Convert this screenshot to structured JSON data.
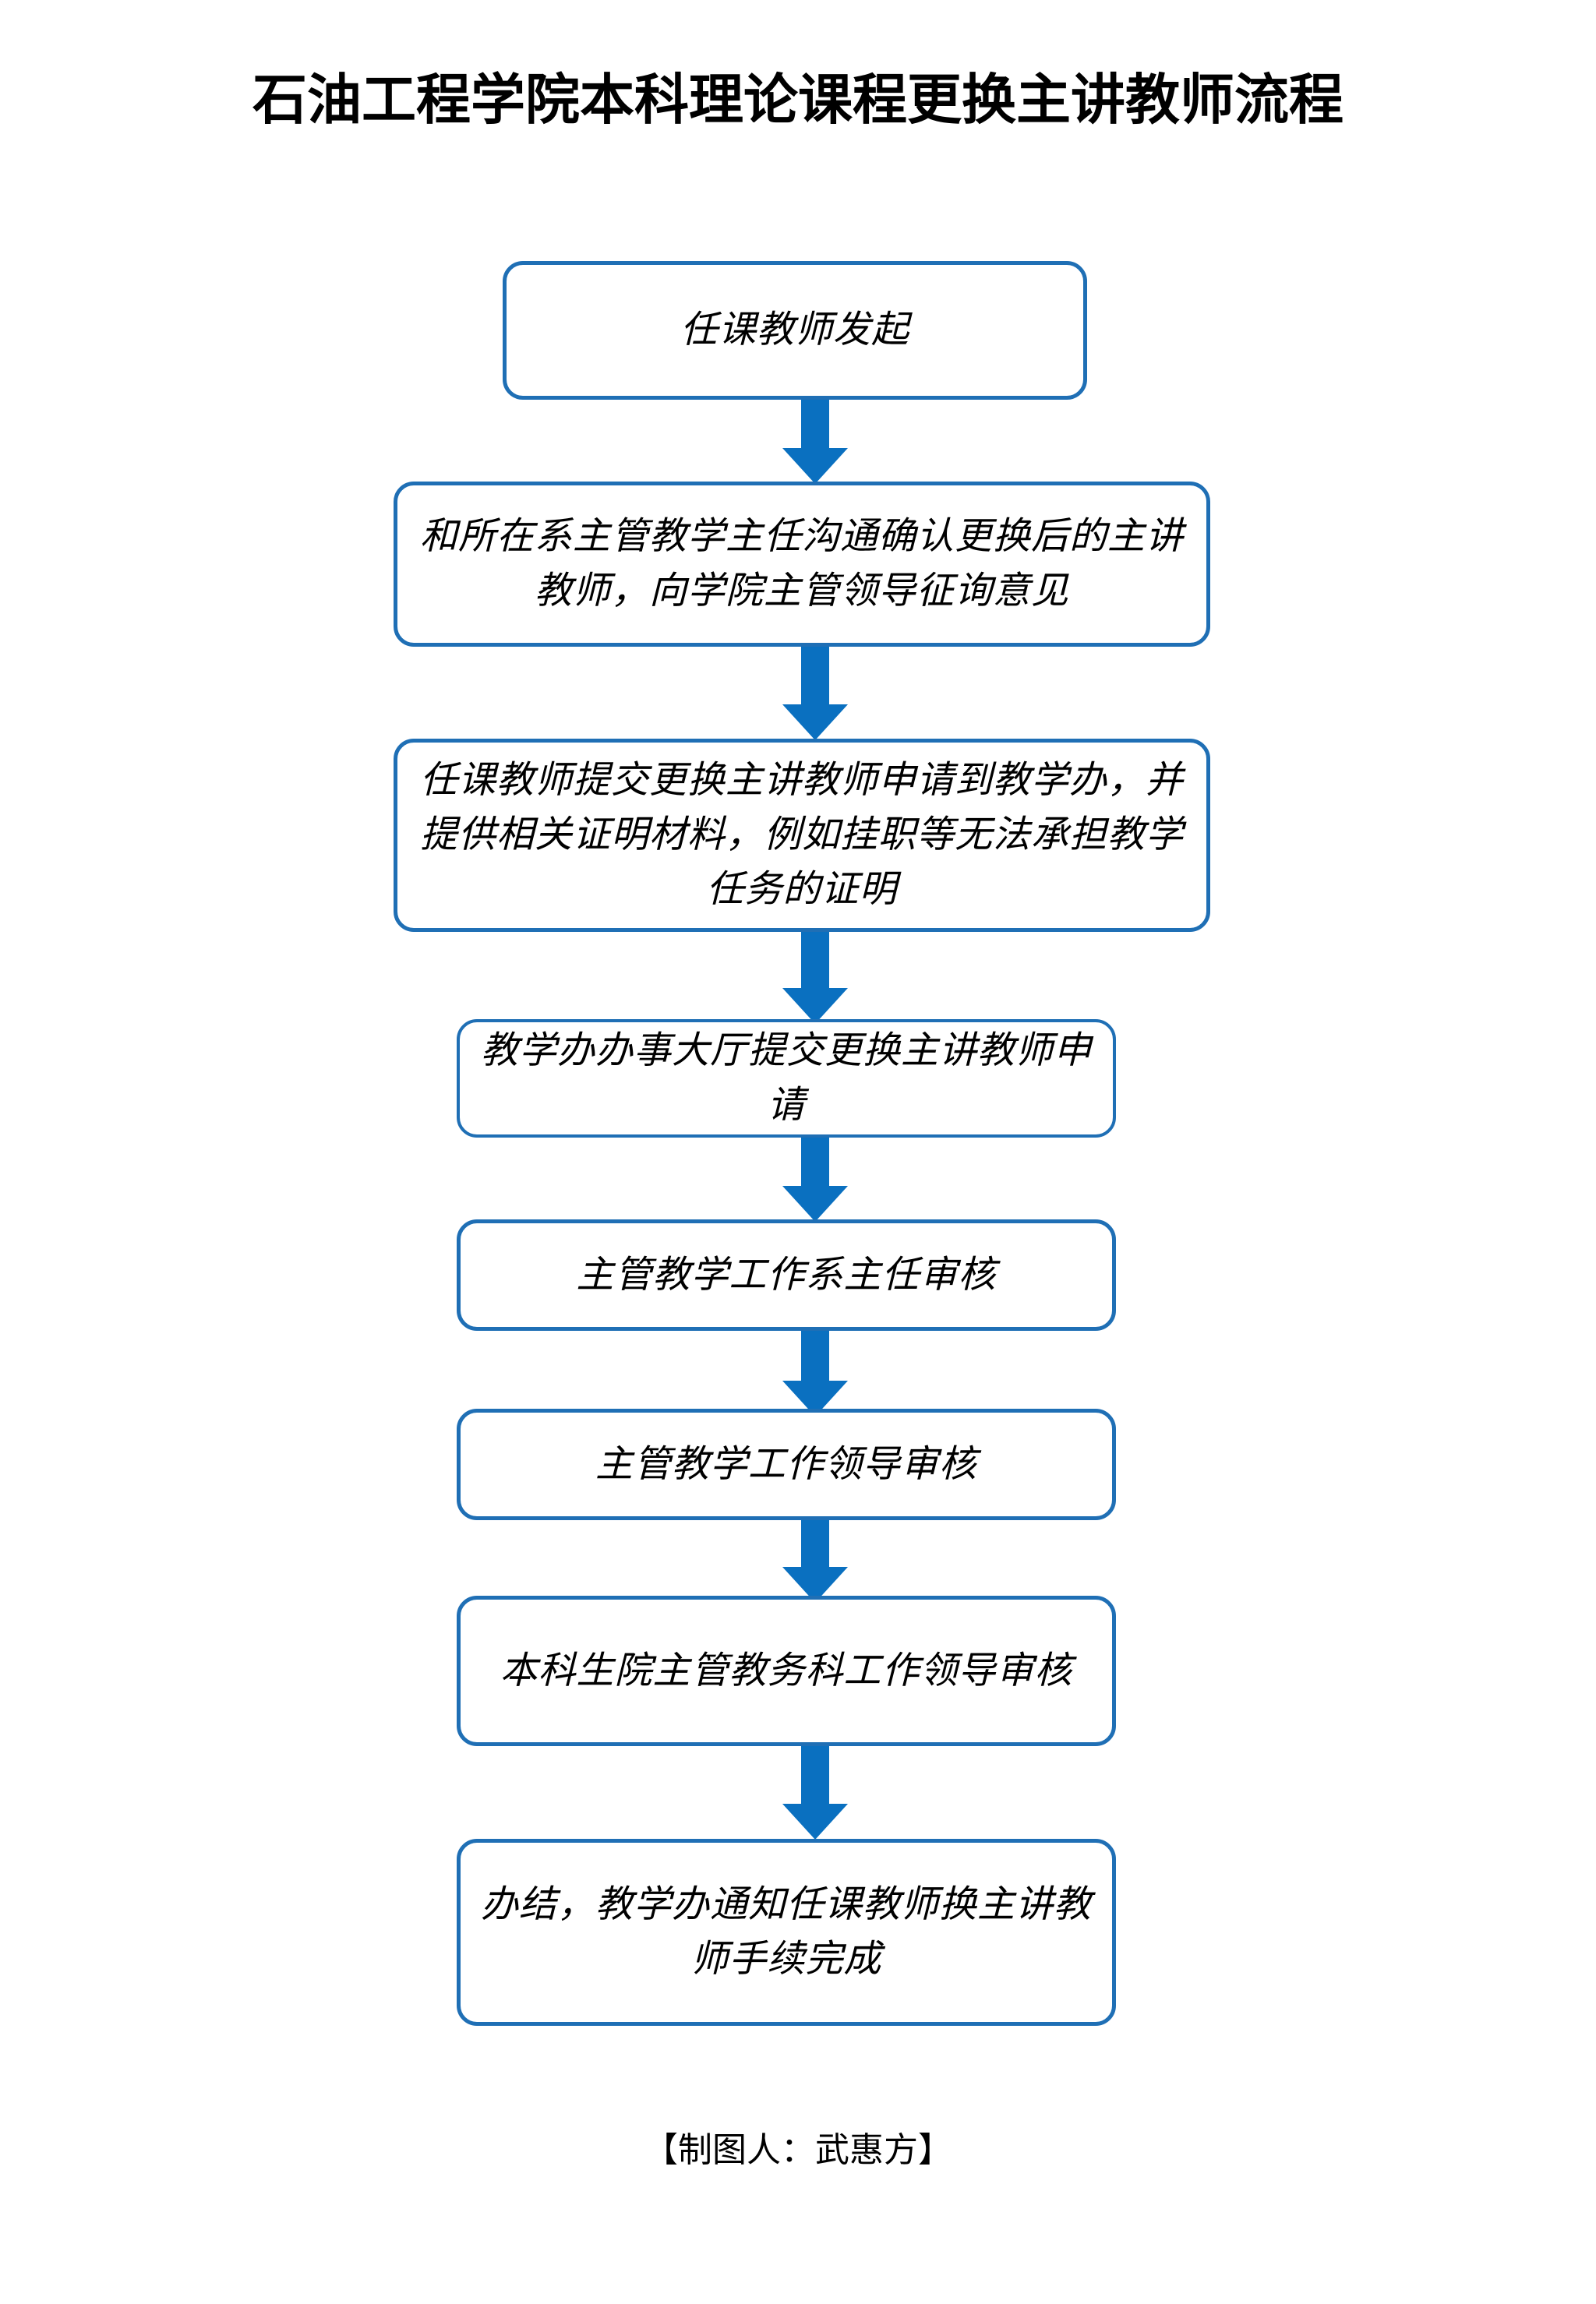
{
  "document": {
    "title": "石油工程学院本科理论课程更换主讲教师流程",
    "credit": "【制图人：武惠方】",
    "background_color": "#FFFFFF"
  },
  "theme": {
    "node_border_color": "#1F6FB5",
    "node_fill_color": "#FFFFFF",
    "arrow_color": "#0A70C0",
    "title_color": "#000000",
    "text_color": "#000000"
  },
  "flow": {
    "orientation": "vertical",
    "nodes": [
      {
        "id": "n1",
        "label": "任课教师发起",
        "shape": "rounded-rectangle"
      },
      {
        "id": "n2",
        "label": "和所在系主管教学主任沟通确认更换后的主讲教师，向学院主管领导征询意见",
        "shape": "rounded-rectangle"
      },
      {
        "id": "n3",
        "label": "任课教师提交更换主讲教师申请到教学办，并提供相关证明材料，例如挂职等无法承担教学任务的证明",
        "shape": "rounded-rectangle"
      },
      {
        "id": "n4",
        "label": "教学办办事大厅提交更换主讲教师申请",
        "shape": "rounded-rectangle"
      },
      {
        "id": "n5",
        "label": "主管教学工作系主任审核",
        "shape": "rounded-rectangle"
      },
      {
        "id": "n6",
        "label": "主管教学工作领导审核",
        "shape": "rounded-rectangle"
      },
      {
        "id": "n7",
        "label": "本科生院主管教务科工作领导审核",
        "shape": "rounded-rectangle"
      },
      {
        "id": "n8",
        "label": "办结，教学办通知任课教师换主讲教师手续完成",
        "shape": "rounded-rectangle"
      }
    ],
    "edges": [
      {
        "id": "e1",
        "from": "n1",
        "to": "n2",
        "style": "solid-down-arrow"
      },
      {
        "id": "e2",
        "from": "n2",
        "to": "n3",
        "style": "solid-down-arrow"
      },
      {
        "id": "e3",
        "from": "n3",
        "to": "n4",
        "style": "solid-down-arrow"
      },
      {
        "id": "e4",
        "from": "n4",
        "to": "n5",
        "style": "solid-down-arrow"
      },
      {
        "id": "e5",
        "from": "n5",
        "to": "n6",
        "style": "solid-down-arrow"
      },
      {
        "id": "e6",
        "from": "n6",
        "to": "n7",
        "style": "solid-down-arrow"
      },
      {
        "id": "e7",
        "from": "n7",
        "to": "n8",
        "style": "solid-down-arrow"
      }
    ]
  }
}
